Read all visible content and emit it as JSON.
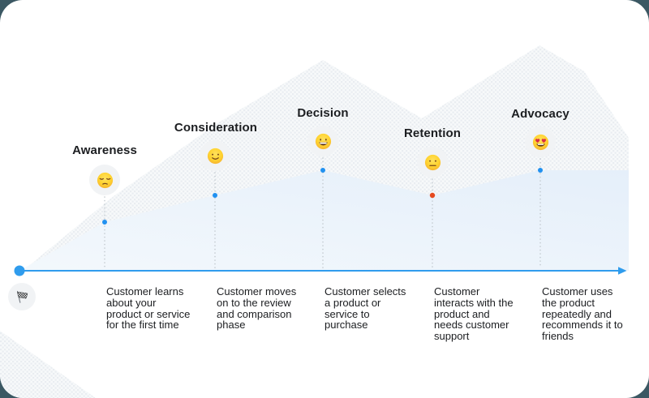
{
  "colors": {
    "accent_blue": "#2f9ced",
    "dot_blue": "#2191f0",
    "dot_alert_red": "#e54a20",
    "dotted_line": "#c0c7cd",
    "area_fill_light": "#f3f8fc",
    "area_fill": "#e5effa",
    "mountain_base": "#f7f9fa",
    "mountain_dot": "#e9edf1",
    "emoji_circle_bg": "#f1f3f5",
    "card_bg": "#ffffff",
    "outside_bg": "#3b5863",
    "text_primary": "#1c1e21"
  },
  "start": {
    "icon": "chequered-flag"
  },
  "stages": [
    {
      "label": "Awareness",
      "icon": "pensive-face",
      "dot_color": "blue",
      "description": "Customer learns\nabout your\nproduct or service\nfor the first time"
    },
    {
      "label": "Consideration",
      "icon": "slightly-smiling-face",
      "dot_color": "blue",
      "description": "Customer moves\non to the review\nand comparison\nphase"
    },
    {
      "label": "Decision",
      "icon": "grinning-face",
      "dot_color": "blue",
      "description": "Customer selects\na product or\nservice to\npurchase"
    },
    {
      "label": "Retention",
      "icon": "neutral-face",
      "dot_color": "red",
      "description": "Customer\ninteracts with the\nproduct and\nneeds customer\nsupport"
    },
    {
      "label": "Advocacy",
      "icon": "heart-eyes-face",
      "dot_color": "blue",
      "description": "Customer uses\nthe product\nrepeatedly and\nrecommends it to\nfriends"
    }
  ]
}
